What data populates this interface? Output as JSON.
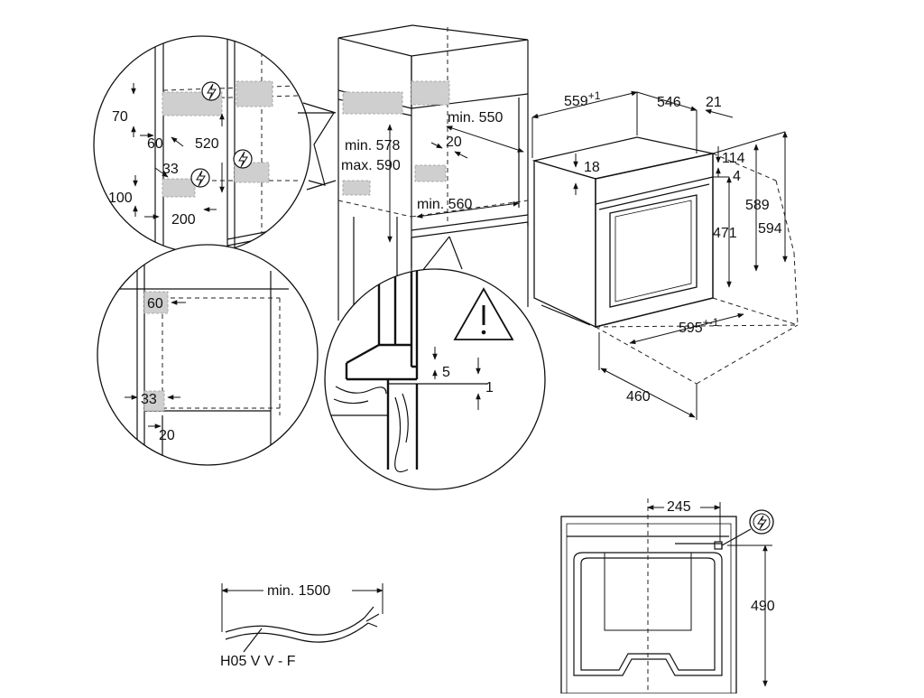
{
  "labels": {
    "d70": "70",
    "d60_top": "60",
    "d520": "520",
    "d33_top": "33",
    "d100": "100",
    "d200": "200",
    "min578": "min. 578",
    "max590": "max. 590",
    "min550": "min. 550",
    "d20_cab": "20",
    "min560": "min. 560",
    "d559": "559",
    "d559_sup": "+1",
    "d546": "546",
    "d21": "21",
    "d18": "18",
    "d114": "114",
    "d4": "4",
    "d589": "589",
    "d594": "594",
    "d471": "471",
    "d595": "595",
    "d595_sup": "+-1",
    "d460": "460",
    "d60_box": "60",
    "d33_box": "33",
    "d20_box": "20",
    "d5": "5",
    "d1": "1",
    "d245": "245",
    "d490": "490",
    "min1500": "min. 1500",
    "cable": "H05 V V - F"
  },
  "icons": {
    "power": "power-connection-icon",
    "warning": "warning-triangle-icon"
  }
}
